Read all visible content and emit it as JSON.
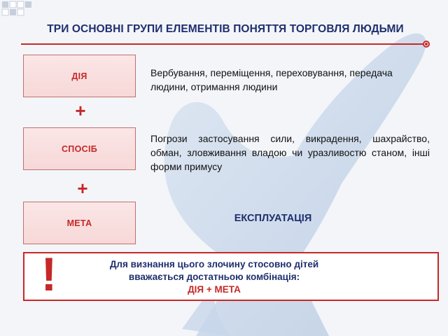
{
  "title": "ТРИ ОСНОВНІ ГРУПИ ЕЛЕМЕНТІВ ПОНЯТТЯ ТОРГОВЛЯ ЛЮДЬМИ",
  "elements": [
    {
      "label": "ДІЯ",
      "description": "Вербування, переміщення, переховування, передача людини, отримання людини"
    },
    {
      "label": "СПОСІБ",
      "description": "Погрози застосування сили, викрадення, шахрайство, обман, зловживання владою чи уразливостю станом, інші форми примусу"
    },
    {
      "label": "МЕТА",
      "description": "ЕКСПЛУАТАЦІЯ"
    }
  ],
  "plus_sign": "+",
  "note": {
    "mark": "!",
    "line1": "Для визнання цього злочину стосовно дітей",
    "line2": "вважається достатньою комбінація:",
    "line3": "ДІЯ + МЕТА"
  },
  "colors": {
    "title": "#1f2f6e",
    "accent": "#c62828",
    "box_fill": "#f9dede",
    "background": "#f3f5f9",
    "dove": "#c2d1e6"
  },
  "decorations": [
    "corner-squares",
    "dove-silhouette"
  ]
}
